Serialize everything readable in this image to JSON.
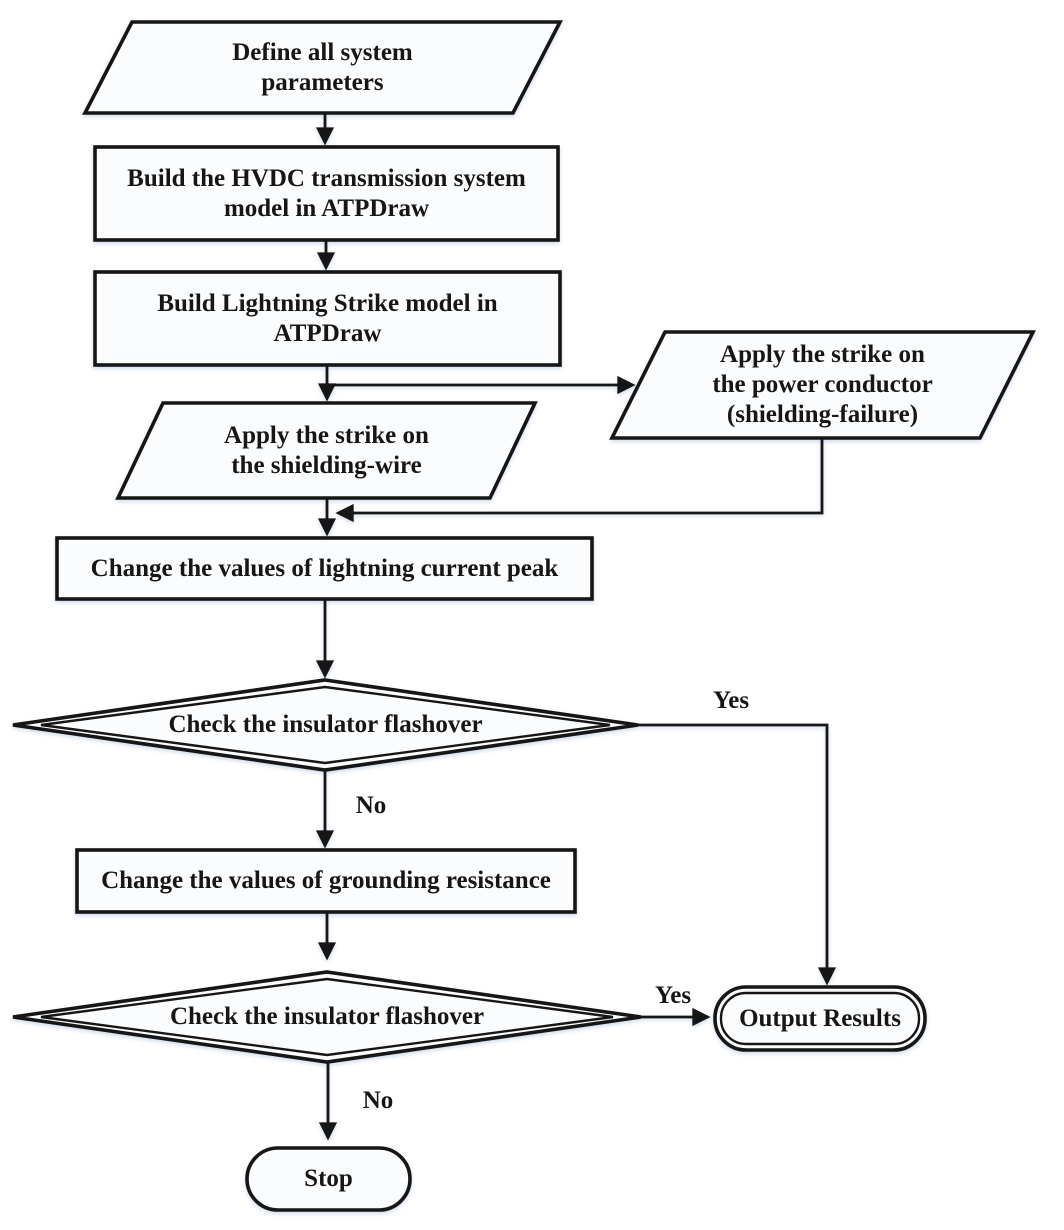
{
  "figure": {
    "type": "flowchart",
    "description": "Lightning strike simulation procedure flowchart"
  },
  "nodes": {
    "define_params": {
      "shape": "parallelogram",
      "lines": [
        "Define all system",
        "parameters"
      ]
    },
    "build_hvdc": {
      "shape": "rectangle",
      "lines": [
        "Build the HVDC transmission system",
        "model in ATPDraw"
      ]
    },
    "build_lightning": {
      "shape": "rectangle",
      "lines": [
        "Build Lightning Strike model in",
        "ATPDraw"
      ]
    },
    "strike_shielding_wire": {
      "shape": "parallelogram",
      "lines": [
        "Apply the strike on",
        "the shielding-wire"
      ]
    },
    "strike_power_conductor": {
      "shape": "parallelogram",
      "lines": [
        "Apply the strike on",
        "the power conductor",
        "(shielding-failure)"
      ]
    },
    "change_current_peak": {
      "shape": "rectangle",
      "lines": [
        "Change the values of lightning current peak"
      ]
    },
    "check_flashover_1": {
      "shape": "diamond",
      "lines": [
        "Check the insulator flashover"
      ]
    },
    "change_grounding_resistance": {
      "shape": "rectangle",
      "lines": [
        "Change the values of grounding resistance"
      ]
    },
    "check_flashover_2": {
      "shape": "diamond",
      "lines": [
        "Check the insulator flashover"
      ]
    },
    "output_results": {
      "shape": "terminator",
      "lines": [
        "Output Results"
      ]
    },
    "stop": {
      "shape": "terminator",
      "lines": [
        "Stop"
      ]
    }
  },
  "edge_labels": {
    "yes_1": "Yes",
    "no_1": "No",
    "yes_2": "Yes",
    "no_2": "No"
  },
  "colors": {
    "stroke": "#161616",
    "fill": "#fafcfe",
    "text": "#161616",
    "background": "#ffffff"
  }
}
